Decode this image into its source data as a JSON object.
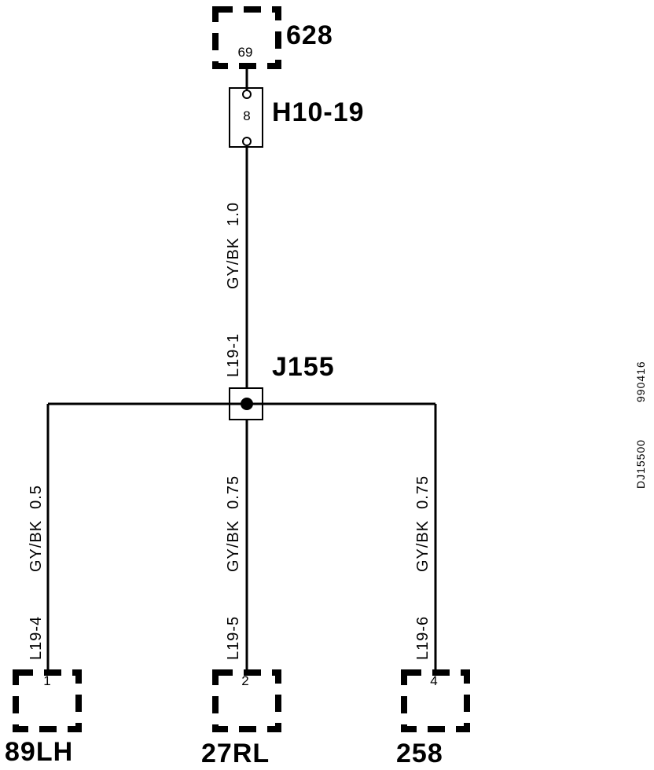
{
  "components": {
    "top_connector": {
      "name": "628",
      "pin": "69"
    },
    "fuse": {
      "name": "H10-19",
      "number": "8"
    },
    "junction": {
      "name": "J155"
    },
    "left_connector": {
      "name": "89LH",
      "pin": "1"
    },
    "middle_connector": {
      "name": "27RL",
      "pin": "2"
    },
    "right_connector": {
      "name": "258",
      "pin": "4"
    }
  },
  "wires": {
    "main": {
      "circuit": "L19-1",
      "color": "GY/BK",
      "size": "1.0"
    },
    "left": {
      "circuit": "L19-4",
      "color": "GY/BK",
      "size": "0.5"
    },
    "middle": {
      "circuit": "L19-5",
      "color": "GY/BK",
      "size": "0.75"
    },
    "right": {
      "circuit": "L19-6",
      "color": "GY/BK",
      "size": "0.75"
    }
  },
  "reference": {
    "code": "DJ15500",
    "date": "990416"
  }
}
